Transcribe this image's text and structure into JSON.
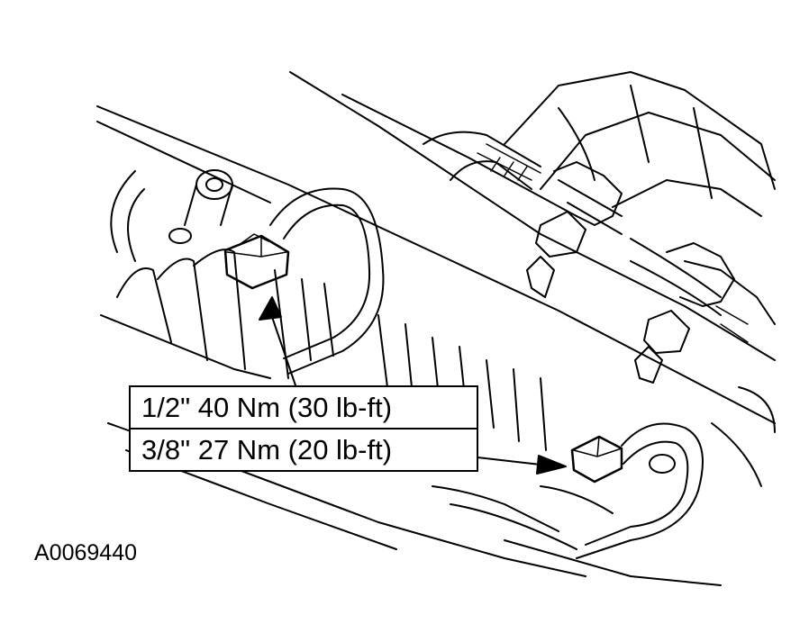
{
  "figure_id": "A0069440",
  "callout": {
    "torque_half_inch": "1/2\" 40 Nm (30 lb-ft)",
    "torque_three_eighths_inch": "3/8\" 27 Nm (20 lb-ft)"
  },
  "colors": {
    "line": "#000000",
    "background": "#ffffff"
  }
}
